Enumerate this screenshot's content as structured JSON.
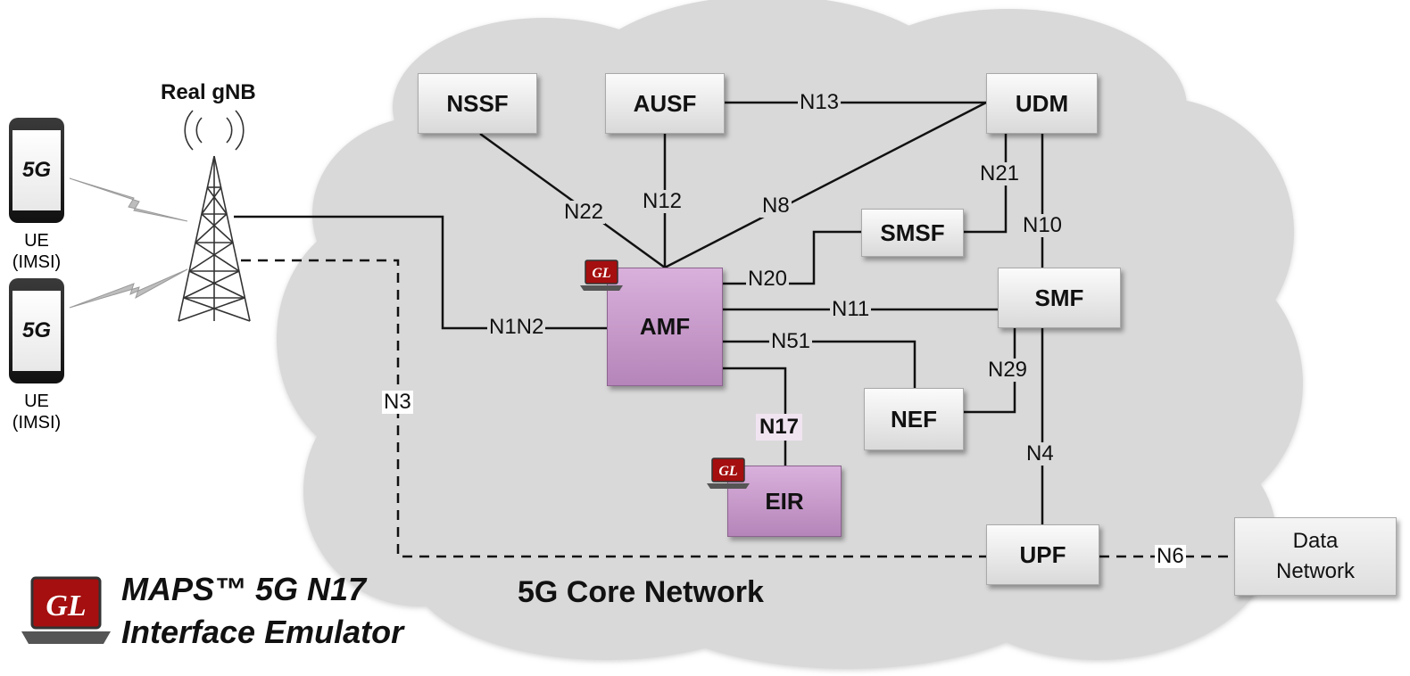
{
  "gnb_label": "Real gNB",
  "ue": [
    {
      "badge": "5G",
      "label_line1": "UE",
      "label_line2": "(IMSI)"
    },
    {
      "badge": "5G",
      "label_line1": "UE",
      "label_line2": "(IMSI)"
    }
  ],
  "core_title": "5G Core Network",
  "nodes": {
    "nssf": "NSSF",
    "ausf": "AUSF",
    "udm": "UDM",
    "smsf": "SMSF",
    "smf": "SMF",
    "amf": "AMF",
    "nef": "NEF",
    "eir": "EIR",
    "upf": "UPF",
    "dn_line1": "Data",
    "dn_line2": "Network"
  },
  "interfaces": {
    "n22": "N22",
    "n12": "N12",
    "n8": "N8",
    "n13": "N13",
    "n21": "N21",
    "n10": "N10",
    "n20": "N20",
    "n11": "N11",
    "n51": "N51",
    "n29": "N29",
    "n17": "N17",
    "n4": "N4",
    "n1n2": "N1N2",
    "n3": "N3",
    "n6": "N6"
  },
  "product": {
    "logo_text": "GL",
    "line1": "MAPS™ 5G N17",
    "line2": "Interface Emulator"
  },
  "colors": {
    "cloud": "#d9d9d9",
    "gl_node": "#c497c8",
    "gl_red": "#a50f0f",
    "signal_green": "#2fae3c"
  }
}
